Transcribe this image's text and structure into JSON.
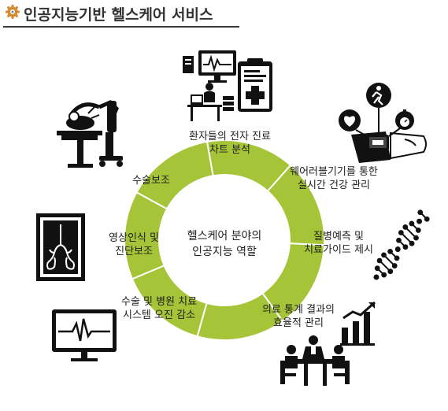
{
  "header": {
    "title": "인공지능기반 헬스케어 서비스",
    "icon": "gear-icon"
  },
  "colors": {
    "ring": "#a6c437",
    "ring_divider": "#ffffff",
    "icon": "#111111",
    "rule": "#3a3a3a"
  },
  "center": {
    "line1": "헬스케어 분야의",
    "line2": "인공지능 역할"
  },
  "segments": [
    {
      "line1": "환자들의 전자 진료",
      "line2": "차트 분석",
      "icon": "ehr-computer-chart-icon"
    },
    {
      "line1": "웨어러블기기를 통한",
      "line2": "실시간 건강 관리",
      "icon": "smartwatch-icon"
    },
    {
      "line1": "질병예측 및",
      "line2": "치료가이드 제시",
      "icon": "dna-icon"
    },
    {
      "line1": "의료 통계 결과의",
      "line2": "효율적 관리",
      "icon": "meeting-statistics-icon"
    },
    {
      "line1": "수술 및 병원 치료",
      "line2": "시스템 오진 감소",
      "icon": "ecg-monitor-icon"
    },
    {
      "line1": "영상인식 및",
      "line2": "진단보조",
      "icon": "lung-xray-icon"
    },
    {
      "line1": "수술보조",
      "line2": "",
      "icon": "surgical-robot-icon"
    }
  ]
}
